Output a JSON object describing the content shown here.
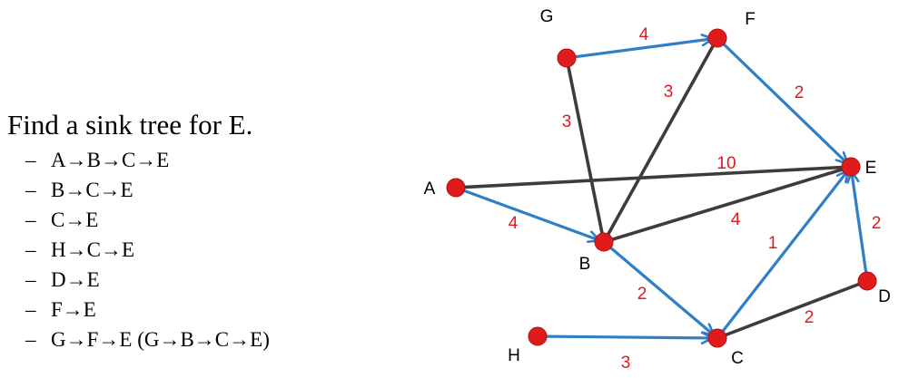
{
  "question": "Find a sink tree for E.",
  "paths": [
    "A→B→C→E",
    "B→C→E",
    "C→E",
    "H→C→E",
    "D→E",
    "F→E",
    "G→F→E (G→B→C→E)"
  ],
  "graph": {
    "colors": {
      "node": "#e01b1b",
      "tree_edge": "#2e7fc6",
      "other_edge": "#3c3c3c",
      "weight": "#e8151b"
    },
    "nodes": [
      {
        "id": "A",
        "label": "A"
      },
      {
        "id": "B",
        "label": "B"
      },
      {
        "id": "C",
        "label": "C"
      },
      {
        "id": "D",
        "label": "D"
      },
      {
        "id": "E",
        "label": "E"
      },
      {
        "id": "F",
        "label": "F"
      },
      {
        "id": "G",
        "label": "G"
      },
      {
        "id": "H",
        "label": "H"
      }
    ],
    "edges": [
      {
        "from": "A",
        "to": "E",
        "weight": "10",
        "tree": false
      },
      {
        "from": "G",
        "to": "B",
        "weight": "3",
        "tree": false
      },
      {
        "from": "F",
        "to": "B",
        "weight": "3",
        "tree": false
      },
      {
        "from": "B",
        "to": "E",
        "weight": "4",
        "tree": false
      },
      {
        "from": "D",
        "to": "C",
        "weight": "2",
        "tree": false
      },
      {
        "from": "G",
        "to": "F",
        "weight": "4",
        "tree": true
      },
      {
        "from": "F",
        "to": "E",
        "weight": "2",
        "tree": true
      },
      {
        "from": "A",
        "to": "B",
        "weight": "4",
        "tree": true
      },
      {
        "from": "B",
        "to": "C",
        "weight": "2",
        "tree": true
      },
      {
        "from": "C",
        "to": "E",
        "weight": "1",
        "tree": true
      },
      {
        "from": "D",
        "to": "E",
        "weight": "2",
        "tree": true
      },
      {
        "from": "H",
        "to": "C",
        "weight": "3",
        "tree": true
      }
    ]
  }
}
